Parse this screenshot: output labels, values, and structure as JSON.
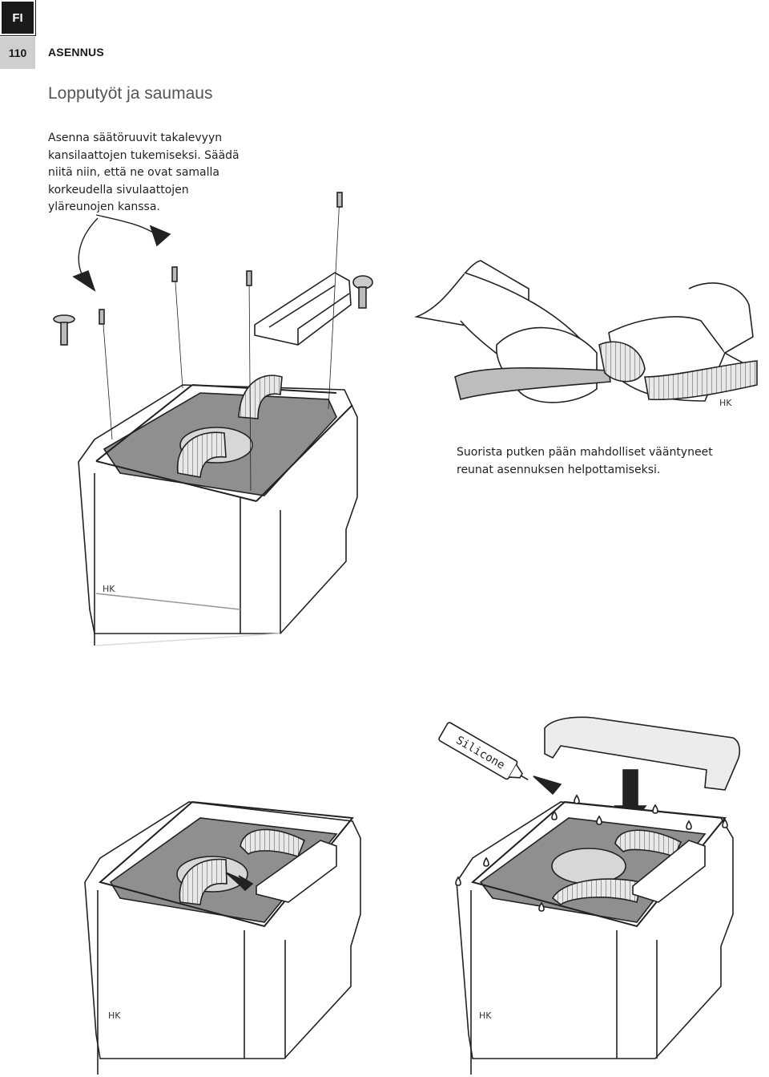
{
  "header": {
    "language": "FI",
    "page_number": "110",
    "section": "ASENNUS"
  },
  "title": "Lopputyöt ja saumaus",
  "instruction": "Asenna säätöruuvit takalevyyn kansilaattojen tukemiseksi. Säädä niitä niin, että ne ovat samalla korkeudella sivulaattojen yläreunojen kanssa.",
  "caption": "Suorista putken pään mahdolliset vääntyneet reunat asennuksen helpottamiseksi.",
  "illustrations": {
    "brand_mark": "HK",
    "tube_label": "Silicone"
  }
}
